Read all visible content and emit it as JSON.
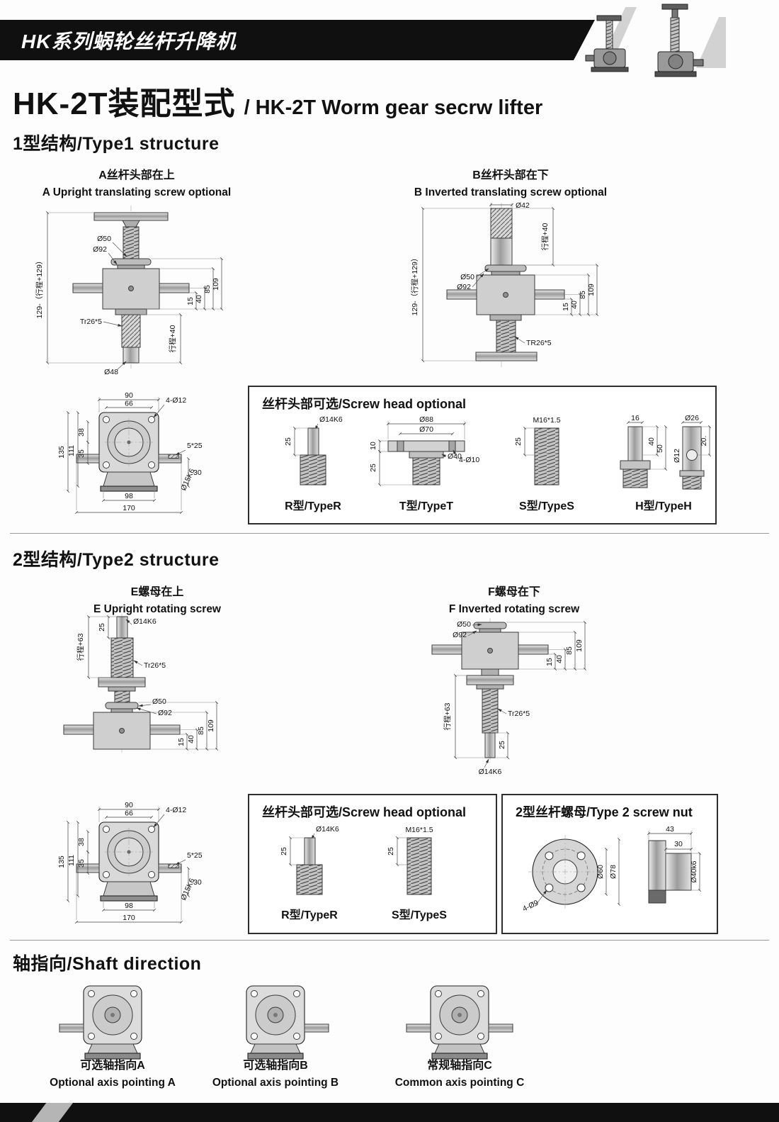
{
  "banner": {
    "title": "HK系列蜗轮丝杆升降机"
  },
  "page_title": {
    "zh": "HK-2T装配型式",
    "en": "/ HK-2T Worm gear secrw lifter"
  },
  "type1": {
    "section_title": "1型结构/Type1 structure",
    "a": {
      "caption_zh": "A丝杆头部在上",
      "caption_en": "A Upright translating screw optional",
      "d50": "Ø50",
      "d92": "Ø92",
      "h109": "109",
      "h85": "85",
      "h40": "40",
      "h15": "15",
      "left_dim": "129-（行程+129）",
      "thread": "Tr26*5",
      "travel": "行程+40",
      "d48": "Ø48"
    },
    "b": {
      "caption_zh": "B丝杆头部在下",
      "caption_en": "B Inverted translating screw optional",
      "d42": "Ø42",
      "travel": "行程+40",
      "d50": "Ø50",
      "d92": "Ø92",
      "h109": "109",
      "h85": "85",
      "h15": "15",
      "h40": "40",
      "left_dim": "129-（行程+129）",
      "thread": "TR26*5"
    },
    "screw_head": {
      "title": "丝杆头部可选/Screw head optional",
      "r": {
        "label": "R型/TypeR",
        "d": "Ø14K6",
        "h25": "25"
      },
      "t": {
        "label": "T型/TypeT",
        "d88": "Ø88",
        "d70": "Ø70",
        "h10": "10",
        "h25": "25",
        "d40": "Ø40",
        "holes": "4-Ø10"
      },
      "s": {
        "label": "S型/TypeS",
        "thread": "M16*1.5",
        "h25": "25"
      },
      "h": {
        "label": "H型/TypeH",
        "w16": "16",
        "d26": "Ø26",
        "h40": "40",
        "h50": "50",
        "d12": "Ø12",
        "h20": "20."
      }
    }
  },
  "front": {
    "w90": "90",
    "w66": "66",
    "holes": "4-Ø12",
    "h135": "135",
    "h111": "111",
    "h38": "38",
    "h35": "35",
    "key": "5*25",
    "h30": "30",
    "shaft": "Ø15K6",
    "w98": "98",
    "w170": "170"
  },
  "type2": {
    "section_title": "2型结构/Type2 structure",
    "e": {
      "caption_zh": "E螺母在上",
      "caption_en": "E Upright rotating screw",
      "d14": "Ø14K6",
      "h25": "25",
      "travel": "行程+63",
      "thread": "Tr26*5",
      "d50": "Ø50",
      "d92": "Ø92",
      "h109": "109",
      "h85": "85",
      "h40": "40",
      "h15": "15"
    },
    "f": {
      "caption_zh": "F螺母在下",
      "caption_en": "F Inverted rotating screw",
      "d50": "Ø50",
      "d92": "Ø92",
      "h109": "109",
      "h85": "85",
      "h15": "15",
      "h40": "40",
      "travel": "行程+63",
      "thread": "Tr26*5",
      "h25": "25",
      "d14": "Ø14K6"
    },
    "screw_head": {
      "title": "丝杆头部可选/Screw head optional",
      "r": {
        "label": "R型/TypeR",
        "d": "Ø14K6",
        "h25": "25"
      },
      "s": {
        "label": "S型/TypeS",
        "thread": "M16*1.5",
        "h25": "25"
      }
    },
    "nut": {
      "title": "2型丝杆螺母/Type 2 screw nut",
      "w43": "43",
      "w30": "30",
      "d60": "Ø60",
      "d78": "Ø78",
      "shaft": "Ø40k6",
      "holes": "4-Ø9"
    }
  },
  "shaft_direction": {
    "section_title": "轴指向/Shaft direction",
    "items": [
      {
        "zh": "可选轴指向A",
        "en": "Optional axis pointing A"
      },
      {
        "zh": "可选轴指向B",
        "en": "Optional axis pointing B"
      },
      {
        "zh": "常规轴指向C",
        "en": "Common axis pointing C"
      }
    ]
  },
  "colors": {
    "banner_bg": "#101010",
    "line": "#3a3a3a",
    "accent_gray": "#c9c9c9"
  }
}
